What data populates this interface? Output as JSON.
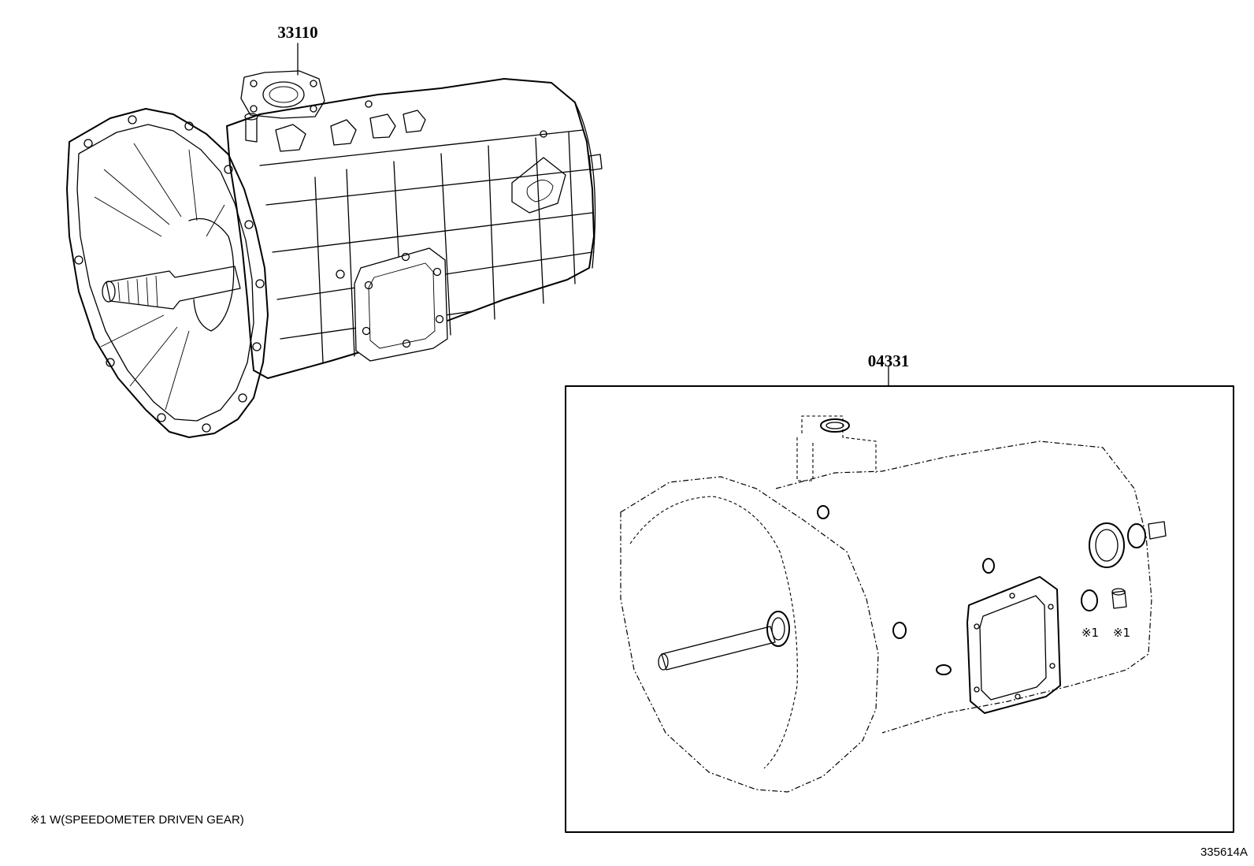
{
  "diagram": {
    "callouts": [
      {
        "id": "transmission-assembly",
        "label": "33110"
      },
      {
        "id": "overhaul-gasket-kit",
        "label": "04331"
      }
    ],
    "kit_item_marks": [
      "※1",
      "※1"
    ],
    "footnote": "※1 W(SPEEDOMETER DRIVEN GEAR)",
    "illustration_number": "335614A"
  }
}
